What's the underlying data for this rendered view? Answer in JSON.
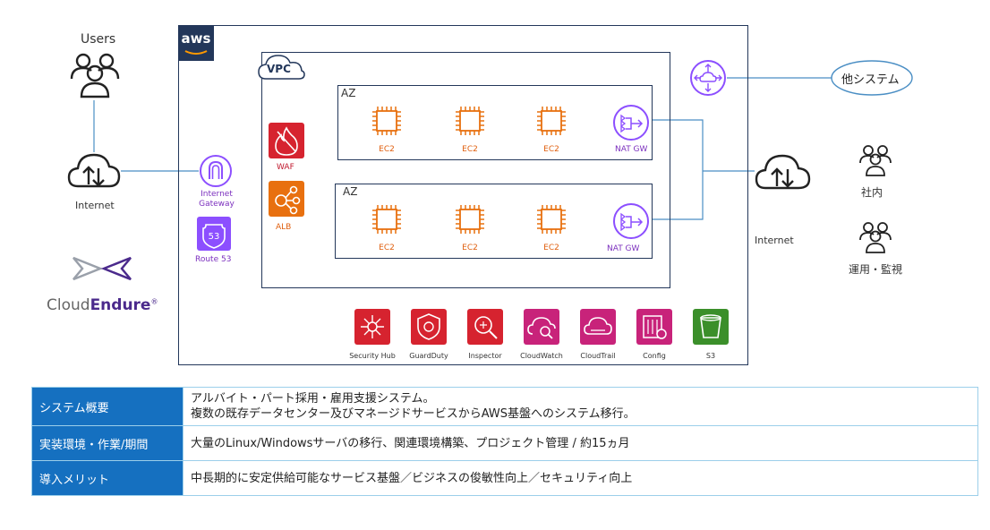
{
  "diagram": {
    "users_label": "Users",
    "internet_left_label": "Internet",
    "internet_right_label": "Internet",
    "aws_logo": "aws",
    "vpc_label": "VPC",
    "internet_gateway_label_line1": "Internet",
    "internet_gateway_label_line2": "Gateway",
    "route53_label": "Route 53",
    "waf_label": "WAF",
    "alb_label": "ALB",
    "az1_label": "AZ",
    "az2_label": "AZ",
    "ec2_label": "EC2",
    "nat_label": "NAT GW",
    "other_system_label": "他システム",
    "shanai_label": "社内",
    "unyo_label": "運用・監視",
    "cloudendure_prefix": "Cloud",
    "cloudendure_suffix": "Endure",
    "cloudendure_reg": "®",
    "services": [
      {
        "label": "Security Hub",
        "color": "#d6232f",
        "icon": "security-hub-icon"
      },
      {
        "label": "GuardDuty",
        "color": "#d6232f",
        "icon": "guardduty-icon"
      },
      {
        "label": "Inspector",
        "color": "#d6232f",
        "icon": "inspector-icon"
      },
      {
        "label": "CloudWatch",
        "color": "#c8237a",
        "icon": "cloudwatch-icon"
      },
      {
        "label": "CloudTrail",
        "color": "#c8237a",
        "icon": "cloudtrail-icon"
      },
      {
        "label": "Config",
        "color": "#c8237a",
        "icon": "config-icon"
      },
      {
        "label": "S3",
        "color": "#3b8f2a",
        "icon": "s3-icon"
      }
    ],
    "colors": {
      "aws_orange": "#e8700f",
      "aws_red": "#d6232f",
      "aws_purple": "#8c4fff",
      "vpc_border": "#23375a",
      "line_blue": "#4a8ec4"
    }
  },
  "table": {
    "rows": [
      {
        "header": "システム概要",
        "body_line1": "アルバイト・パート採用・雇用支援システム。",
        "body_line2": "複数の既存データセンター及びマネージドサービスからAWS基盤へのシステム移行。"
      },
      {
        "header": "実装環境・作業/期間",
        "body_line1": "大量のLinux/Windowsサーバの移行、関連環境構築、プロジェクト管理 / 約15ヵ月",
        "body_line2": ""
      },
      {
        "header": "導入メリット",
        "body_line1": "中長期的に安定供給可能なサービス基盤／ビジネスの俊敏性向上／セキュリティ向上",
        "body_line2": ""
      }
    ],
    "header_color": "#1570c0",
    "border_color": "#9ccfea"
  }
}
